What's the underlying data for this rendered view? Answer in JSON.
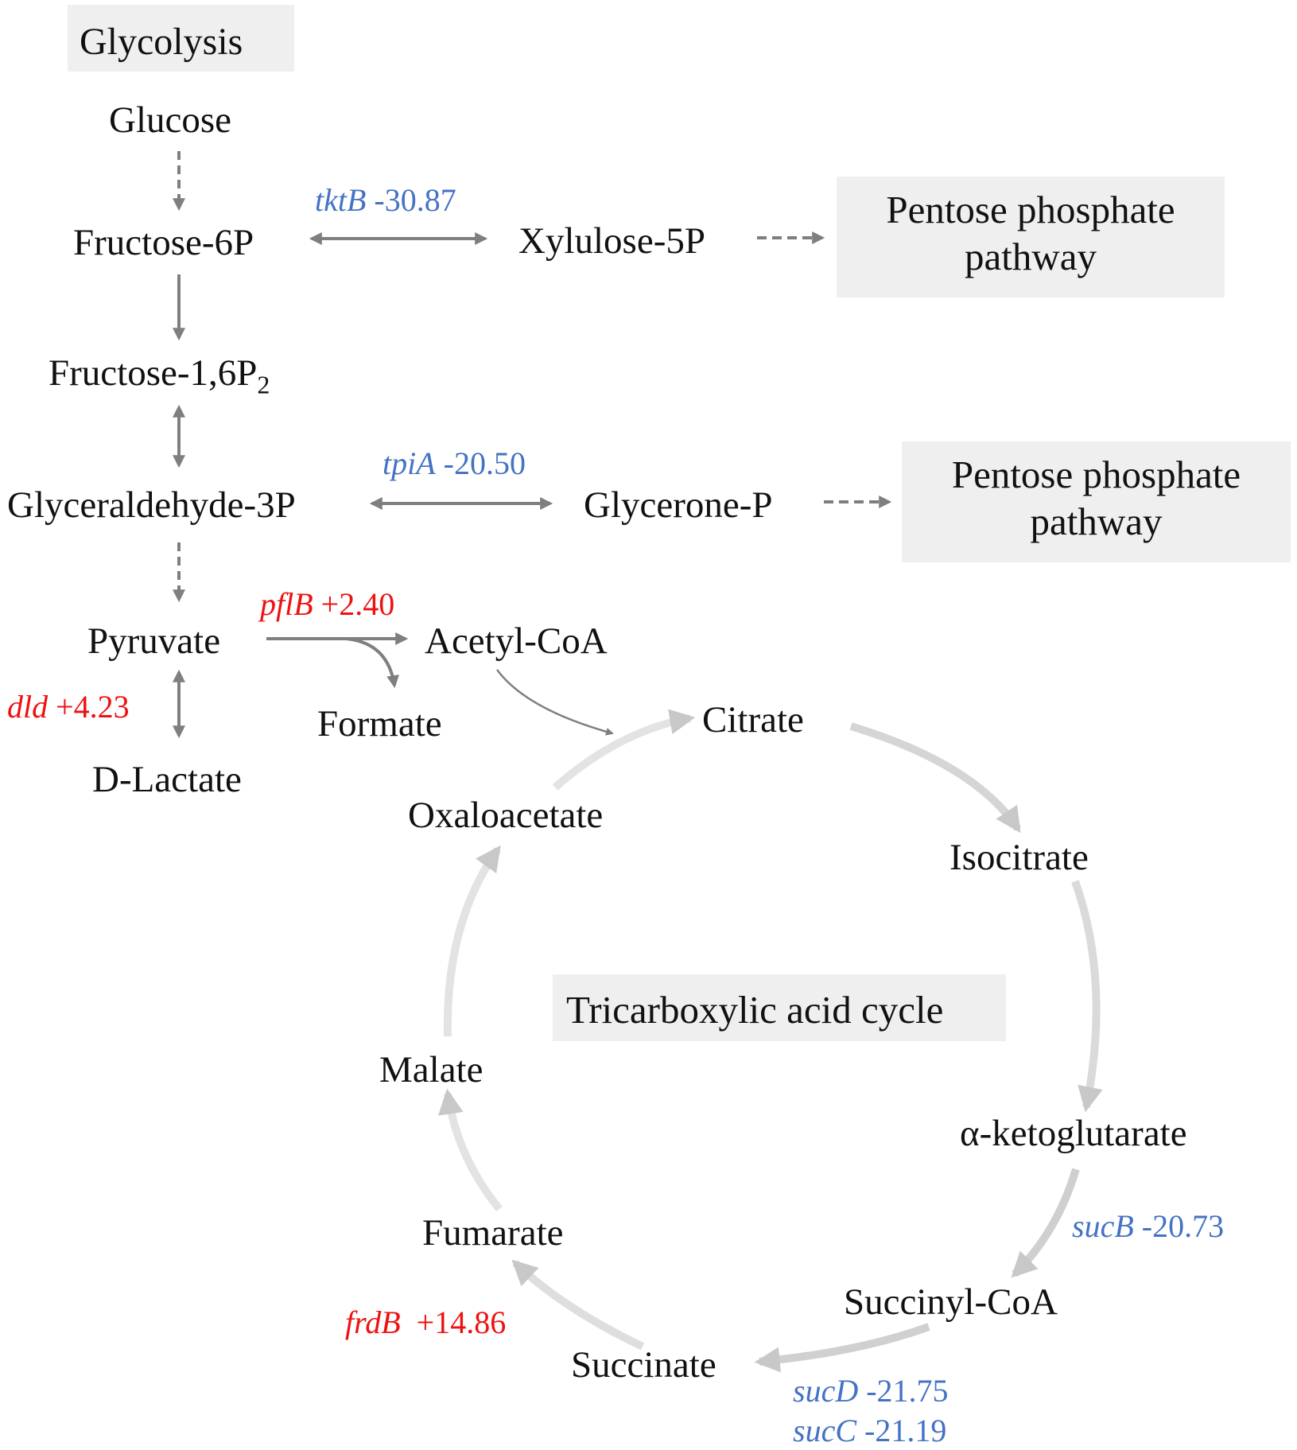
{
  "titles": {
    "glycolysis": "Glycolysis",
    "ppp1_line1": "Pentose phosphate",
    "ppp1_line2": "pathway",
    "ppp2_line1": "Pentose phosphate",
    "ppp2_line2": "pathway",
    "tca": "Tricarboxylic acid cycle"
  },
  "metabolites": {
    "glucose": "Glucose",
    "fructose6p": "Fructose-6P",
    "xylulose5p": "Xylulose-5P",
    "fructose16p2": "Fructose-1,6P",
    "fructose16p2_sub": "2",
    "gap": "Glyceraldehyde-3P",
    "glyceroneP": "Glycerone-P",
    "pyruvate": "Pyruvate",
    "acetylCoA": "Acetyl-CoA",
    "formate": "Formate",
    "dlactate": "D-Lactate",
    "citrate": "Citrate",
    "oxaloacetate": "Oxaloacetate",
    "isocitrate": "Isocitrate",
    "malate": "Malate",
    "akg": "α-ketoglutarate",
    "fumarate": "Fumarate",
    "succinylCoA": "Succinyl-CoA",
    "succinate": "Succinate"
  },
  "genes": {
    "tktB": {
      "name": "tktB",
      "value": "-30.87",
      "color": "#4472c4"
    },
    "tpiA": {
      "name": "tpiA",
      "value": "-20.50",
      "color": "#4472c4"
    },
    "pflB": {
      "name": "pflB",
      "value": "+2.40",
      "color": "#ee1111"
    },
    "dld": {
      "name": "dld",
      "value": "+4.23",
      "color": "#ee1111"
    },
    "sucB": {
      "name": "sucB",
      "value": "-20.73",
      "color": "#4472c4"
    },
    "frdB": {
      "name": "frdB",
      "value": "+14.86",
      "color": "#ee1111"
    },
    "sucD": {
      "name": "sucD",
      "value": "-21.75",
      "color": "#4472c4"
    },
    "sucC": {
      "name": "sucC",
      "value": "-21.19",
      "color": "#4472c4"
    }
  },
  "colors": {
    "arrow_dark": "#7f7f7f",
    "arrow_cycle": "#d9d9d9",
    "box_fill": "#efefef"
  }
}
